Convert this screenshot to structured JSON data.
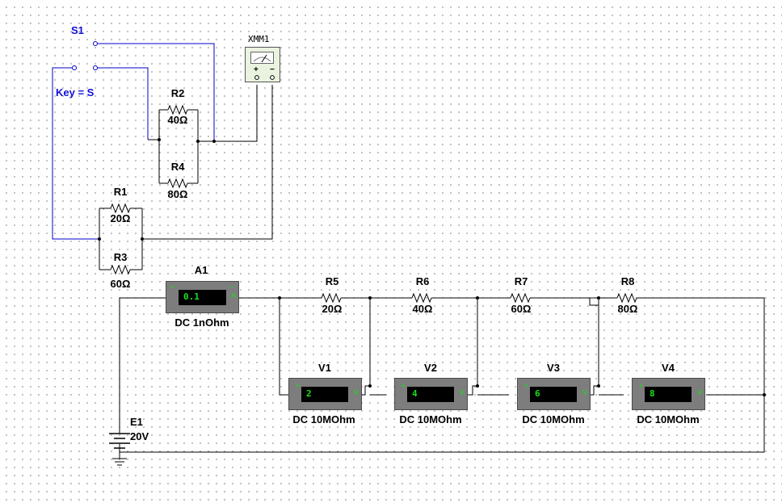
{
  "switch": {
    "name": "S1",
    "key_label": "Key = S"
  },
  "multimeter": {
    "name": "XMM1",
    "plus": "+",
    "minus": "−"
  },
  "resistors": {
    "r1": {
      "name": "R1",
      "value": "20Ω"
    },
    "r2": {
      "name": "R2",
      "value": "40Ω"
    },
    "r3": {
      "name": "R3",
      "value": "60Ω"
    },
    "r4": {
      "name": "R4",
      "value": "80Ω"
    },
    "r5": {
      "name": "R5",
      "value": "20Ω"
    },
    "r6": {
      "name": "R6",
      "value": "40Ω"
    },
    "r7": {
      "name": "R7",
      "value": "60Ω"
    },
    "r8": {
      "name": "R8",
      "value": "80Ω"
    }
  },
  "ammeter": {
    "name": "A1",
    "reading": "0.1",
    "mode": "DC  1nOhm"
  },
  "voltmeters": [
    {
      "name": "V1",
      "reading": "2",
      "mode": "DC  10MOhm"
    },
    {
      "name": "V2",
      "reading": "4",
      "mode": "DC  10MOhm"
    },
    {
      "name": "V3",
      "reading": "6",
      "mode": "DC  10MOhm"
    },
    {
      "name": "V4",
      "reading": "8",
      "mode": "DC  10MOhm"
    }
  ],
  "battery": {
    "name": "E1",
    "value": "20V"
  },
  "colors": {
    "wire": "#000000",
    "switch_wire": "#0000cc",
    "label_blue": "#1010d8",
    "display_text": "#18e018",
    "meter_body": "#7d7d7d"
  }
}
